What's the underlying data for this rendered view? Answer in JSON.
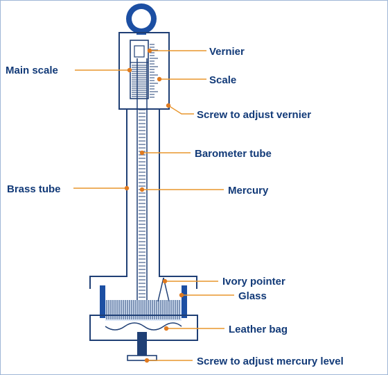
{
  "labels": {
    "vernier": "Vernier",
    "main_scale": "Main scale",
    "scale": "Scale",
    "screw_adjust_vernier": "Screw to adjust vernier",
    "barometer_tube": "Barometer tube",
    "brass_tube": "Brass tube",
    "mercury": "Mercury",
    "ivory_pointer": "Ivory pointer",
    "glass": "Glass",
    "leather_bag": "Leather bag",
    "screw_adjust_mercury": "Screw to adjust mercury level"
  },
  "colors": {
    "outline": "#1f3f75",
    "text": "#123a78",
    "leader": "#e8952b",
    "dot": "#e07a1f",
    "ring": "#1c4fa3",
    "glass_wall": "#1c4fa3",
    "mercury_fill": "#dbe7f7"
  }
}
